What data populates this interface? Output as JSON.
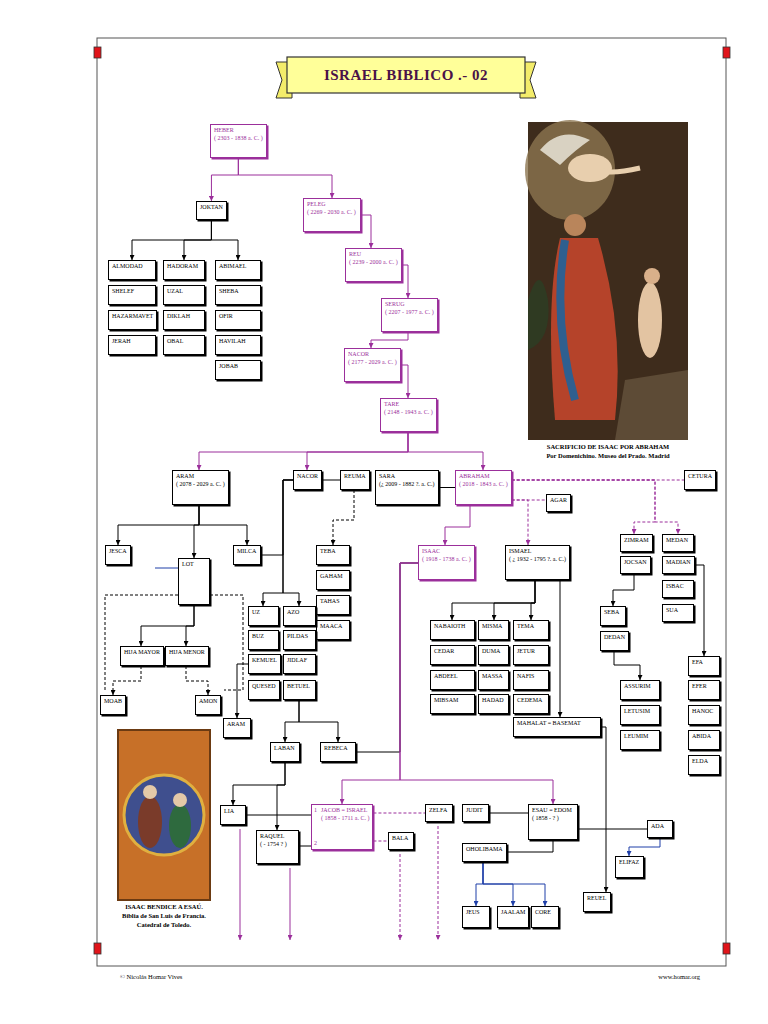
{
  "diagram": {
    "title": "ISRAEL BIBLICO .- 02",
    "nodes": [
      {
        "text": [
          "HEBER",
          "( 2303 - 1838 a. C. )"
        ]
      },
      {
        "text": [
          "JOKTAN"
        ]
      },
      {
        "text": [
          "PELEG",
          "( 2269 - 2030 a. C. )"
        ]
      },
      {
        "text": [
          "ALMODAD"
        ]
      },
      {
        "text": [
          "SHELEF"
        ]
      },
      {
        "text": [
          "HAZARMAVET"
        ]
      },
      {
        "text": [
          "JERAH"
        ]
      },
      {
        "text": [
          "HADORAM"
        ]
      },
      {
        "text": [
          "UZAL"
        ]
      },
      {
        "text": [
          "DIKLAH"
        ]
      },
      {
        "text": [
          "OBAL"
        ]
      },
      {
        "text": [
          "ABIMAEL"
        ]
      },
      {
        "text": [
          "SHEBA"
        ]
      },
      {
        "text": [
          "OFIR"
        ]
      },
      {
        "text": [
          "HAVILAH"
        ]
      },
      {
        "text": [
          "JOBAB"
        ]
      },
      {
        "text": [
          "REU",
          "( 2239 - 2000 a. C. )"
        ]
      },
      {
        "text": [
          "SERUG",
          "( 2207 - 1977 a. C. )"
        ]
      },
      {
        "text": [
          "NACOR",
          "( 2177 - 2029 a. C. )"
        ]
      },
      {
        "text": [
          "TARE",
          "( 2148 - 1943 a. C. )"
        ]
      },
      {
        "text": [
          "ARAM",
          "( 2078 - 2029 a. C. )"
        ]
      },
      {
        "text": [
          "NACOR"
        ]
      },
      {
        "text": [
          "REUMA"
        ]
      },
      {
        "text": [
          "SARA",
          "(¿ 2009 - 1882 ?. a. C.)"
        ]
      },
      {
        "text": [
          "ABRAHAM",
          "( 2018 - 1843 a. C. )"
        ]
      },
      {
        "text": [
          "CETURA"
        ]
      },
      {
        "text": [
          "AGAR"
        ]
      },
      {
        "text": [
          "JESCA"
        ]
      },
      {
        "text": [
          "LOT"
        ]
      },
      {
        "text": [
          "MILCA"
        ]
      },
      {
        "text": [
          "TEBA"
        ]
      },
      {
        "text": [
          "GAHAM"
        ]
      },
      {
        "text": [
          "TAHAS"
        ]
      },
      {
        "text": [
          "MAACA"
        ]
      },
      {
        "text": [
          "ISAAC",
          "( 1918 - 1738 a. C. )"
        ]
      },
      {
        "text": [
          "ISMAEL",
          "( ¿ 1932 - 1795 ?. a. C.)"
        ]
      },
      {
        "text": [
          "ZIMRAM"
        ]
      },
      {
        "text": [
          "MEDAN"
        ]
      },
      {
        "text": [
          "JOCSAN"
        ]
      },
      {
        "text": [
          "MADIAN"
        ]
      },
      {
        "text": [
          "ISBAC"
        ]
      },
      {
        "text": [
          "SUA"
        ]
      },
      {
        "text": [
          "HIJA MAYOR"
        ]
      },
      {
        "text": [
          "HIJA MENOR"
        ]
      },
      {
        "text": [
          "UZ"
        ]
      },
      {
        "text": [
          "BUZ"
        ]
      },
      {
        "text": [
          "KEMUEL"
        ]
      },
      {
        "text": [
          "QUESED"
        ]
      },
      {
        "text": [
          "AZO"
        ]
      },
      {
        "text": [
          "PILDAS"
        ]
      },
      {
        "text": [
          "JIDLAF"
        ]
      },
      {
        "text": [
          "BETUEL"
        ]
      },
      {
        "text": [
          "NABAIOTH"
        ]
      },
      {
        "text": [
          "CEDAR"
        ]
      },
      {
        "text": [
          "ABDEEL"
        ]
      },
      {
        "text": [
          "MIBSAM"
        ]
      },
      {
        "text": [
          "MISMA"
        ]
      },
      {
        "text": [
          "DUMA"
        ]
      },
      {
        "text": [
          "MASSA"
        ]
      },
      {
        "text": [
          "HADAD"
        ]
      },
      {
        "text": [
          "TEMA"
        ]
      },
      {
        "text": [
          "JETUR"
        ]
      },
      {
        "text": [
          "NAFIS"
        ]
      },
      {
        "text": [
          "CEDEMA"
        ]
      },
      {
        "text": [
          "MAHALAT = BASEMAT"
        ]
      },
      {
        "text": [
          "SEBA"
        ]
      },
      {
        "text": [
          "DEDAN"
        ]
      },
      {
        "text": [
          "ASSURIM"
        ]
      },
      {
        "text": [
          "LETUSIM"
        ]
      },
      {
        "text": [
          "LEUMIM"
        ]
      },
      {
        "text": [
          "EFA"
        ]
      },
      {
        "text": [
          "EFER"
        ]
      },
      {
        "text": [
          "HANOC"
        ]
      },
      {
        "text": [
          "ABIDA"
        ]
      },
      {
        "text": [
          "ELDA"
        ]
      },
      {
        "text": [
          "MOAB"
        ]
      },
      {
        "text": [
          "AMON"
        ]
      },
      {
        "text": [
          "ARAM"
        ]
      },
      {
        "text": [
          "LABAN"
        ]
      },
      {
        "text": [
          "REBECA"
        ]
      },
      {
        "text": [
          "LIA"
        ]
      },
      {
        "text": [
          "1",
          "JACOB = ISRAEL",
          "( 1858 - 1711 a. C. )",
          "2"
        ]
      },
      {
        "text": [
          "ZELFA"
        ]
      },
      {
        "text": [
          "BALA"
        ]
      },
      {
        "text": [
          "RAQUEL",
          "( - 1754 ? )"
        ]
      },
      {
        "text": [
          "JUDIT"
        ]
      },
      {
        "text": [
          "ESAU = EDOM",
          "( 1858 - ? )"
        ]
      },
      {
        "text": [
          "ADA"
        ]
      },
      {
        "text": [
          "OHOLIBAMA"
        ]
      },
      {
        "text": [
          "ELIFAZ"
        ]
      },
      {
        "text": [
          "REUEL"
        ]
      },
      {
        "text": [
          "JEUS"
        ]
      },
      {
        "text": [
          "JAALAM"
        ]
      },
      {
        "text": [
          "CORE"
        ]
      }
    ],
    "edges": [
      {
        "from": 0,
        "to": 1,
        "arrow": "to"
      },
      {
        "from": 0,
        "to": 2,
        "arrow": "to"
      },
      {
        "from": 2,
        "to": 16,
        "arrow": "to"
      },
      {
        "from": 16,
        "to": 17,
        "arrow": "to"
      },
      {
        "from": 17,
        "to": 18,
        "arrow": "to"
      },
      {
        "from": 18,
        "to": 19,
        "arrow": "to"
      },
      {
        "from": 1,
        "to": 3,
        "arrow": "to"
      },
      {
        "from": 1,
        "to": 7,
        "arrow": "to"
      },
      {
        "from": 1,
        "to": 11,
        "arrow": "to"
      },
      {
        "from": 19,
        "to": 20,
        "arrow": "to"
      },
      {
        "from": 19,
        "to": 21,
        "arrow": "to"
      },
      {
        "from": 19,
        "to": 24,
        "arrow": "to"
      },
      {
        "from": 20,
        "to": 27,
        "arrow": "to"
      },
      {
        "from": 20,
        "to": 28,
        "arrow": "to"
      },
      {
        "from": 20,
        "to": 29,
        "arrow": "to"
      },
      {
        "from": 21,
        "to": 22,
        "arrow": "none"
      },
      {
        "from": 23,
        "to": 24,
        "arrow": "none"
      },
      {
        "from": 24,
        "to": 25,
        "arrow": "none"
      },
      {
        "from": 24,
        "to": 26,
        "arrow": "none"
      },
      {
        "from": 24,
        "to": 34,
        "arrow": "to"
      },
      {
        "from": 24,
        "to": 35,
        "arrow": "to"
      },
      {
        "from": 24,
        "to": 36,
        "arrow": "to"
      },
      {
        "from": 24,
        "to": 37,
        "arrow": "to"
      },
      {
        "from": 28,
        "to": 42,
        "arrow": "to"
      },
      {
        "from": 28,
        "to": 43,
        "arrow": "to"
      },
      {
        "from": 42,
        "to": 75,
        "arrow": "to"
      },
      {
        "from": 43,
        "to": 76,
        "arrow": "to"
      },
      {
        "from": 29,
        "to": 21,
        "arrow": "none"
      },
      {
        "from": 21,
        "to": 44,
        "arrow": "to"
      },
      {
        "from": 21,
        "to": 48,
        "arrow": "to"
      },
      {
        "from": 22,
        "to": 30,
        "arrow": "to"
      },
      {
        "from": 46,
        "to": 77,
        "arrow": "to"
      },
      {
        "from": 51,
        "to": 78,
        "arrow": "to"
      },
      {
        "from": 51,
        "to": 79,
        "arrow": "to"
      },
      {
        "from": 35,
        "to": 52,
        "arrow": "to"
      },
      {
        "from": 35,
        "to": 56,
        "arrow": "to"
      },
      {
        "from": 35,
        "to": 60,
        "arrow": "to"
      },
      {
        "from": 35,
        "to": 64,
        "arrow": "to"
      },
      {
        "from": 38,
        "to": 65,
        "arrow": "to"
      },
      {
        "from": 66,
        "to": 67,
        "arrow": "to"
      },
      {
        "from": 39,
        "to": 70,
        "arrow": "to"
      },
      {
        "from": 79,
        "to": 34,
        "arrow": "none"
      },
      {
        "from": 34,
        "to": 81,
        "arrow": "to"
      },
      {
        "from": 34,
        "to": 86,
        "arrow": "to"
      },
      {
        "from": 78,
        "to": 80,
        "arrow": "to"
      },
      {
        "from": 78,
        "to": 84,
        "arrow": "to"
      },
      {
        "from": 80,
        "to": 81,
        "arrow": "none"
      },
      {
        "from": 84,
        "to": 81,
        "arrow": "none"
      },
      {
        "from": 81,
        "to": 82,
        "arrow": "none"
      },
      {
        "from": 81,
        "to": 83,
        "arrow": "none"
      },
      {
        "from": 86,
        "to": 85,
        "arrow": "none"
      },
      {
        "from": 86,
        "to": 87,
        "arrow": "none"
      },
      {
        "from": 86,
        "to": 88,
        "arrow": "none"
      },
      {
        "from": 64,
        "to": 90,
        "arrow": "to"
      },
      {
        "from": 87,
        "to": 89,
        "arrow": "to"
      },
      {
        "from": 88,
        "to": 91,
        "arrow": "to"
      },
      {
        "from": 88,
        "to": 92,
        "arrow": "to"
      },
      {
        "from": 88,
        "to": 93,
        "arrow": "to"
      }
    ],
    "labels": [
      "SACRIFICIO DE ISAAC POR ABRAHAM",
      "Por Domenichino. Museo del Prado. Madrid",
      "ISAAC BENDICE A ESAÚ.",
      "Biblia de San Luis de Francia.",
      "Catedral de Toledo.",
      "© Nicolás Homar Vives",
      "www.homar.org"
    ]
  }
}
